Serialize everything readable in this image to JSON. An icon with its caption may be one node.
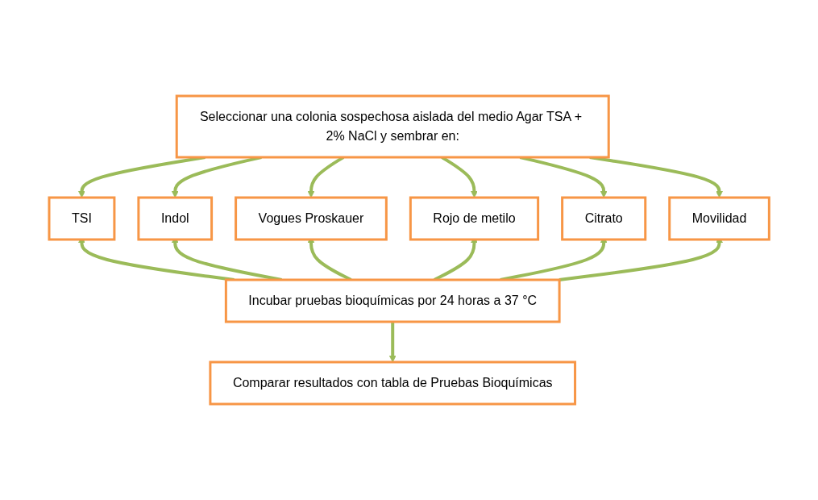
{
  "diagram": {
    "nodes": [
      {
        "text": [
          "Seleccionar una colonia sospechosa aislada del medio Agar TSA + 2% NaCl y sembrar en:"
        ]
      },
      {
        "text": [
          "TSI"
        ]
      },
      {
        "text": [
          "Indol"
        ]
      },
      {
        "text": [
          "Vogues Proskauer"
        ]
      },
      {
        "text": [
          "Rojo de metilo"
        ]
      },
      {
        "text": [
          "Citrato"
        ]
      },
      {
        "text": [
          "Movilidad"
        ]
      },
      {
        "text": [
          "Incubar pruebas bioquímicas por 24 horas a 37 °C"
        ]
      },
      {
        "text": [
          "Comparar resultados con tabla de Pruebas Bioquímicas"
        ]
      }
    ],
    "edges": [
      {
        "from": 0,
        "to": 1,
        "arrow": "to"
      },
      {
        "from": 0,
        "to": 2,
        "arrow": "to"
      },
      {
        "from": 0,
        "to": 3,
        "arrow": "to"
      },
      {
        "from": 0,
        "to": 4,
        "arrow": "to"
      },
      {
        "from": 0,
        "to": 5,
        "arrow": "to"
      },
      {
        "from": 0,
        "to": 6,
        "arrow": "to"
      },
      {
        "from": 7,
        "to": 1,
        "arrow": "to"
      },
      {
        "from": 7,
        "to": 2,
        "arrow": "to"
      },
      {
        "from": 7,
        "to": 3,
        "arrow": "to"
      },
      {
        "from": 7,
        "to": 4,
        "arrow": "to"
      },
      {
        "from": 7,
        "to": 5,
        "arrow": "to"
      },
      {
        "from": 7,
        "to": 6,
        "arrow": "to"
      },
      {
        "from": 7,
        "to": 8,
        "arrow": "to"
      }
    ]
  }
}
